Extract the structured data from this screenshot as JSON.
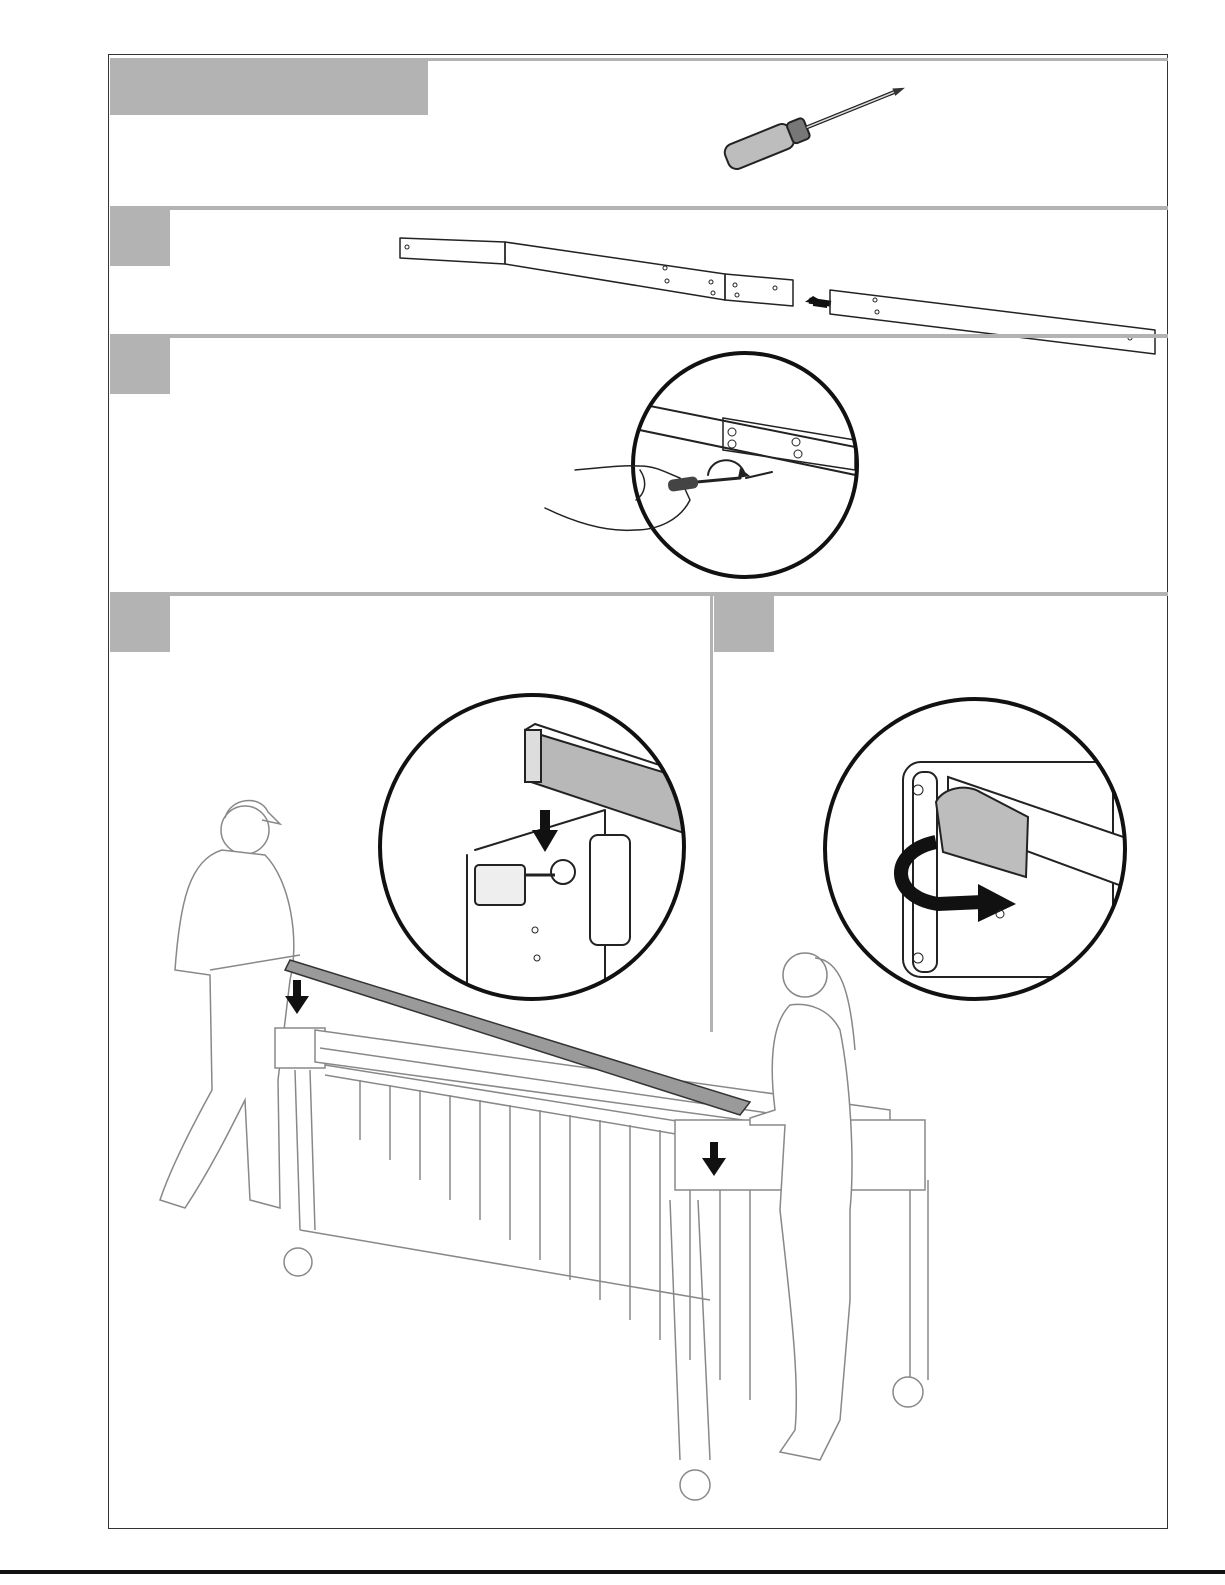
{
  "page": {
    "header_tab": "",
    "steps": [
      {
        "id": "step-1",
        "label": ""
      },
      {
        "id": "step-2",
        "label": ""
      },
      {
        "id": "step-3",
        "label": ""
      },
      {
        "id": "step-4",
        "label": ""
      }
    ]
  },
  "icons": {
    "tool": "screwdriver-icon",
    "rail": "rail-assembly-icon",
    "detail_screw": "screw-detail-icon",
    "detail_mount": "rail-mount-detail-icon",
    "detail_strap": "strap-detail-icon",
    "scene": "two-people-instrument-icon"
  },
  "colors": {
    "tab_gray": "#b3b3b3",
    "line": "#222222",
    "shade": "#8a8a8a"
  }
}
